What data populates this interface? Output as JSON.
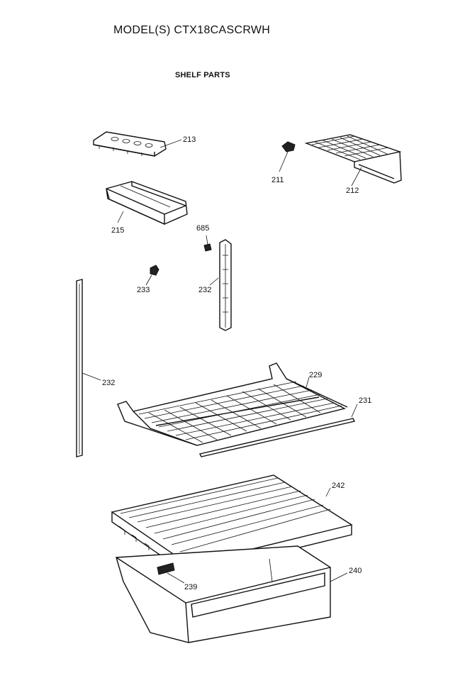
{
  "header": {
    "model_title": "MODEL(S) CTX18CASCRWH",
    "section_title": "SHELF PARTS"
  },
  "callouts": {
    "p213": "213",
    "p211": "211",
    "p212": "212",
    "p215": "215",
    "p685": "685",
    "p233": "233",
    "p232_upper": "232",
    "p232_lower": "232",
    "p229": "229",
    "p231": "231",
    "p242": "242",
    "p239": "239",
    "p240": "240"
  }
}
